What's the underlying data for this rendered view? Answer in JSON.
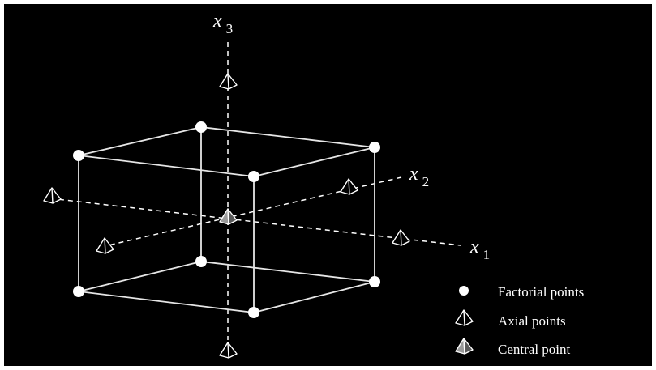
{
  "diagram": {
    "type": "central-composite-design",
    "background": "#000000",
    "foreground": "#ffffff",
    "axes": [
      {
        "id": "x1",
        "name": "x",
        "subscript": "1"
      },
      {
        "id": "x2",
        "name": "x",
        "subscript": "2"
      },
      {
        "id": "x3",
        "name": "x",
        "subscript": "3"
      }
    ],
    "point_groups": {
      "factorial": 8,
      "axial": 6,
      "central": 1
    }
  },
  "legend": {
    "factorial": "Factorial points",
    "axial": "Axial points",
    "central": "Central point"
  }
}
